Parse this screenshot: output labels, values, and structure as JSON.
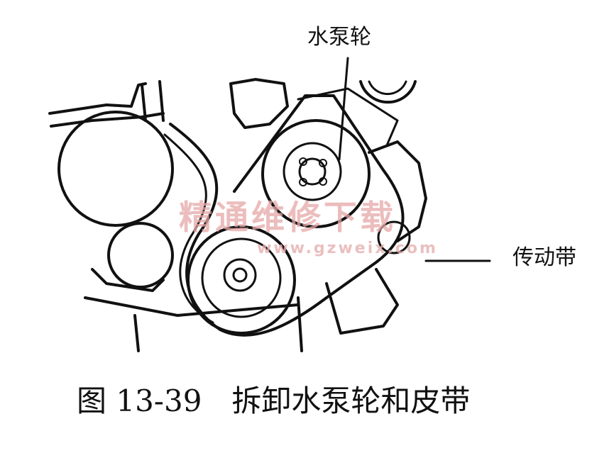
{
  "figure": {
    "labels": {
      "water_pump_pulley": "水泵轮",
      "drive_belt": "传动带"
    },
    "watermark": {
      "text": "精通维修下载",
      "url": "www.gzweix.com"
    },
    "caption": "图 13-39　拆卸水泵轮和皮带"
  }
}
